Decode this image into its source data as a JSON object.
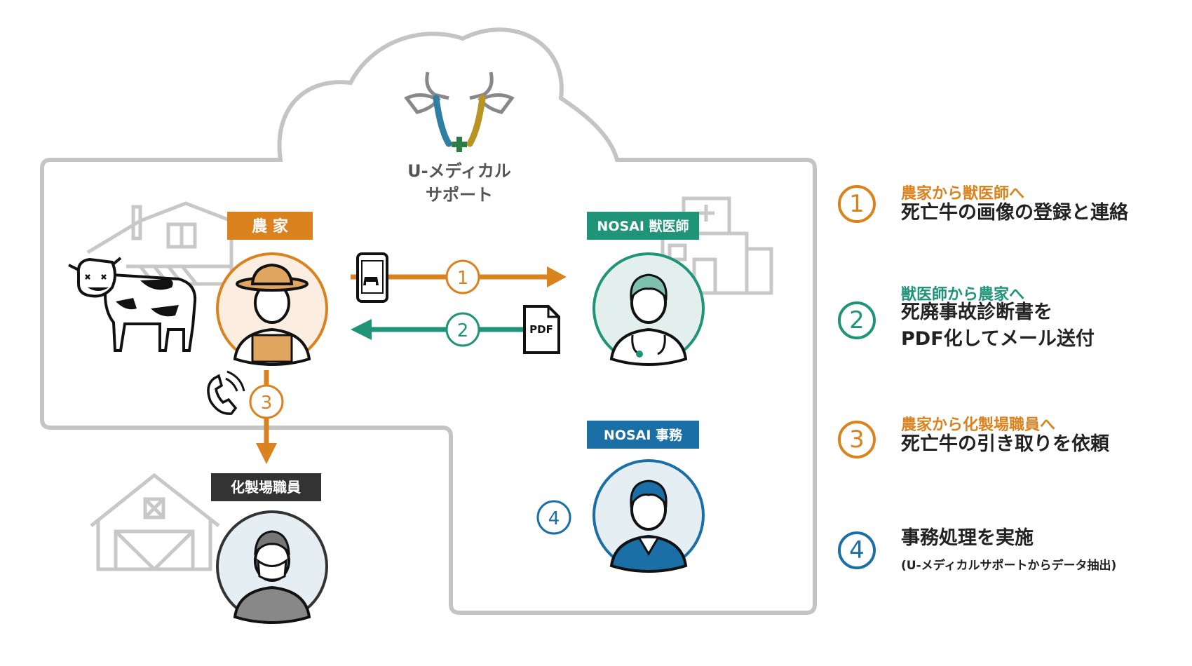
{
  "brand": {
    "line1": "U-メディカル",
    "line2": "サポート"
  },
  "roles": {
    "farmer": "農 家",
    "vet": "NOSAI 獣医師",
    "clerk": "NOSAI 事務",
    "renderer": "化製場職員"
  },
  "icons": {
    "pdf": "PDF",
    "farm": "barn-icon",
    "hospital": "hospital-icon",
    "phone": "phone-icon",
    "smartphone": "smartphone-icon",
    "cow": "cow-icon"
  },
  "steps": [
    {
      "num": "1",
      "color": "#d9821e",
      "head": "農家から獣医師へ",
      "body1": "死亡牛の画像の登録と連絡",
      "body2": ""
    },
    {
      "num": "2",
      "color": "#1f9478",
      "head": "獣医師から農家へ",
      "body1": "死廃事故診断書を",
      "body2": "PDF化してメール送付"
    },
    {
      "num": "3",
      "color": "#d9821e",
      "head": "農家から化製場職員へ",
      "body1": "死亡牛の引き取りを依頼",
      "body2": ""
    },
    {
      "num": "4",
      "color": "#1a6fa6",
      "head": "",
      "body1": "事務処理を実施",
      "body2": "(U-メディカルサポートからデータ抽出)"
    }
  ],
  "colors": {
    "orange": "#d9821e",
    "teal": "#1f9478",
    "blue": "#1a6fa6",
    "dark": "#333333",
    "gray": "#c0c0c0"
  }
}
